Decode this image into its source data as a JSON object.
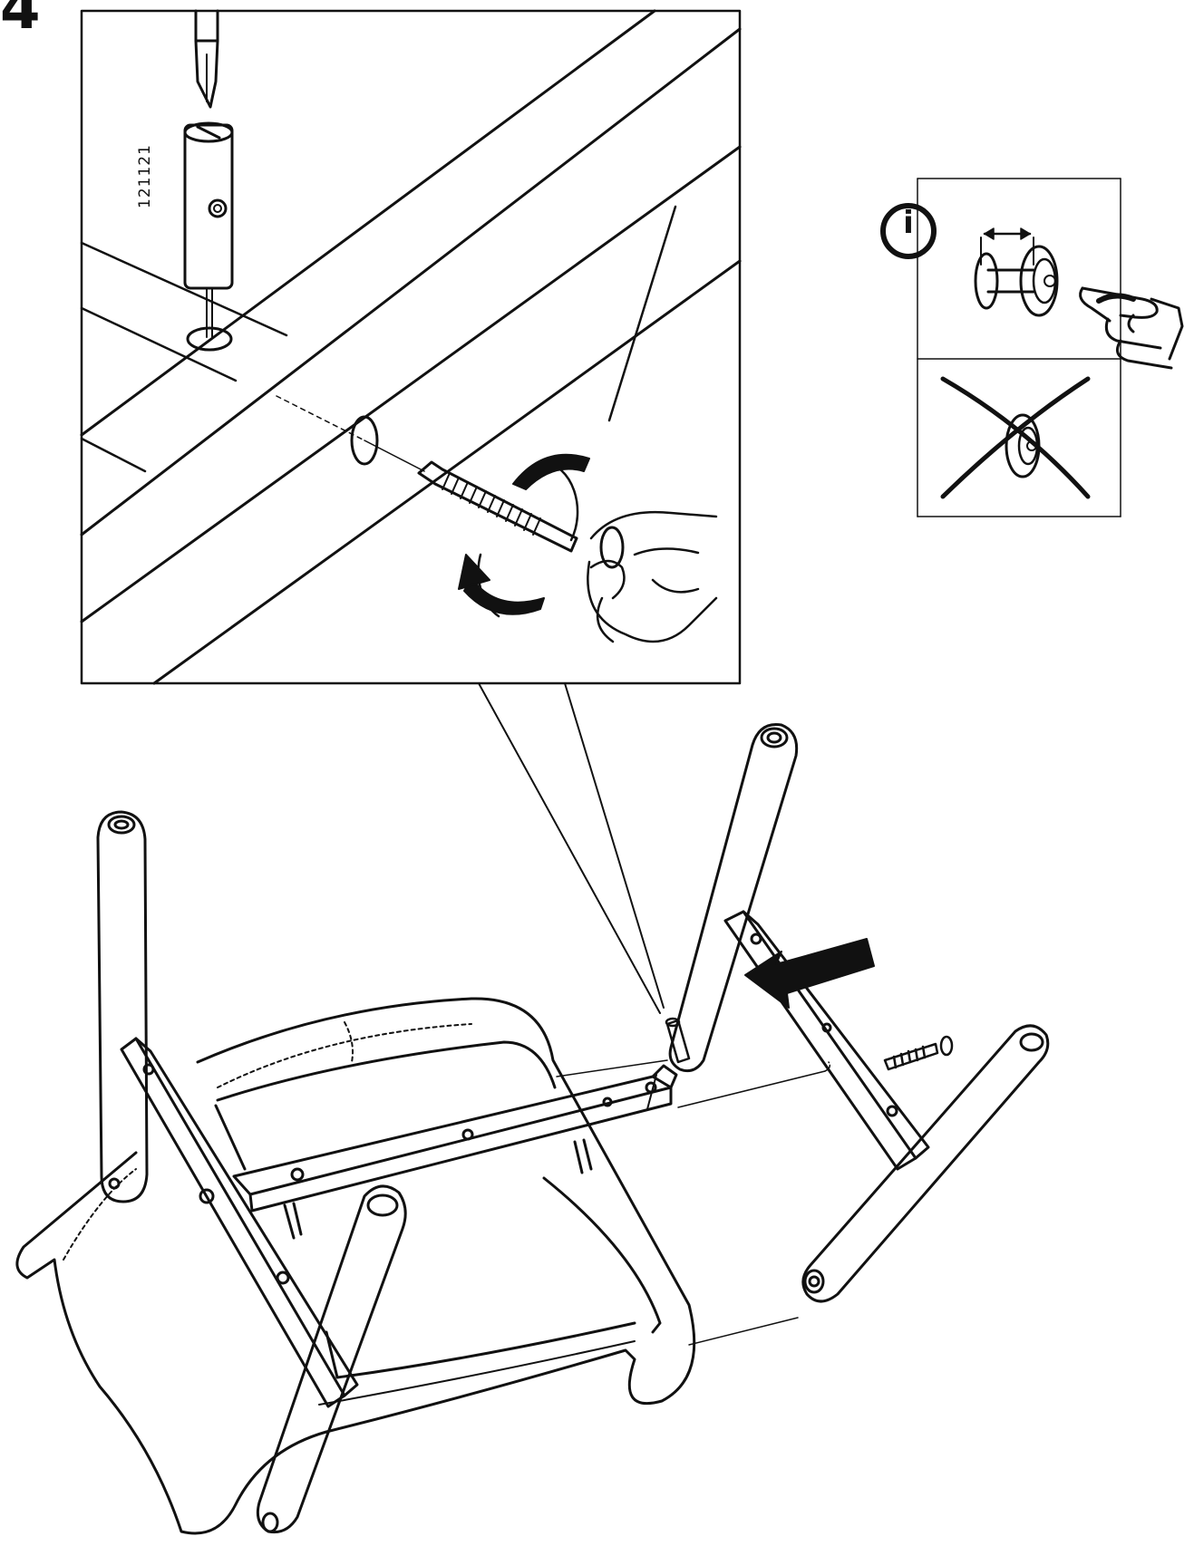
{
  "step": {
    "number": "4"
  },
  "detail": {
    "part_number": "121121"
  },
  "info_panel": {
    "icon_letter": "i"
  },
  "colors": {
    "ink": "#111111",
    "paper": "#ffffff"
  }
}
